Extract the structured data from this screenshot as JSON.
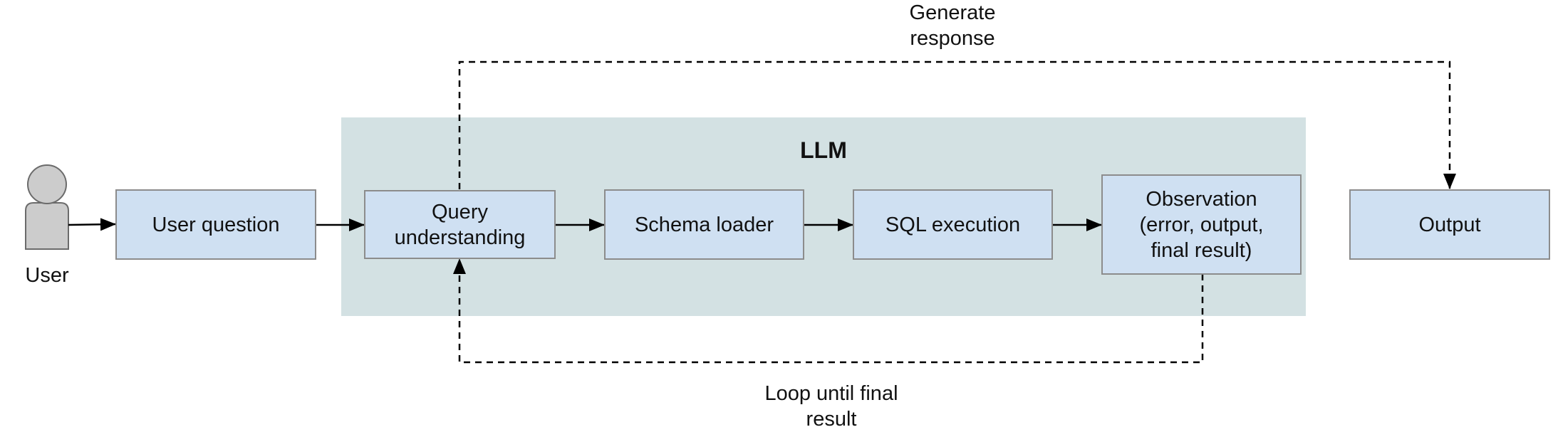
{
  "diagram": {
    "region": {
      "title": "LLM"
    },
    "actor": {
      "label": "User"
    },
    "nodes": {
      "user_question": {
        "label": "User question"
      },
      "query_understanding": {
        "label": "Query understanding",
        "lines": [
          "Query",
          "understanding"
        ]
      },
      "schema_loader": {
        "label": "Schema loader"
      },
      "sql_execution": {
        "label": "SQL execution"
      },
      "observation": {
        "label": "Observation (error, output, final result)",
        "lines": [
          "Observation",
          "(error, output,",
          "final result)"
        ]
      },
      "output": {
        "label": "Output"
      }
    },
    "edge_labels": {
      "generate_response": {
        "lines": [
          "Generate",
          "response"
        ]
      },
      "loop": {
        "lines": [
          "Loop until final",
          "result"
        ]
      }
    },
    "colors": {
      "node_fill": "#cfe0f2",
      "node_border": "#8c8c8c",
      "region_fill": "#d3e1e3",
      "actor_fill": "#cccccc",
      "line": "#000000"
    },
    "edges": [
      {
        "from": "User",
        "to": "User question",
        "style": "solid"
      },
      {
        "from": "User question",
        "to": "Query understanding",
        "style": "solid"
      },
      {
        "from": "Query understanding",
        "to": "Schema loader",
        "style": "solid"
      },
      {
        "from": "Schema loader",
        "to": "SQL execution",
        "style": "solid"
      },
      {
        "from": "SQL execution",
        "to": "Observation (error, output, final result)",
        "style": "solid"
      },
      {
        "from": "Query understanding",
        "to": "Output",
        "style": "dashed",
        "label": "Generate response"
      },
      {
        "from": "Observation (error, output, final result)",
        "to": "Query understanding",
        "style": "dashed",
        "label": "Loop until final result"
      }
    ]
  }
}
